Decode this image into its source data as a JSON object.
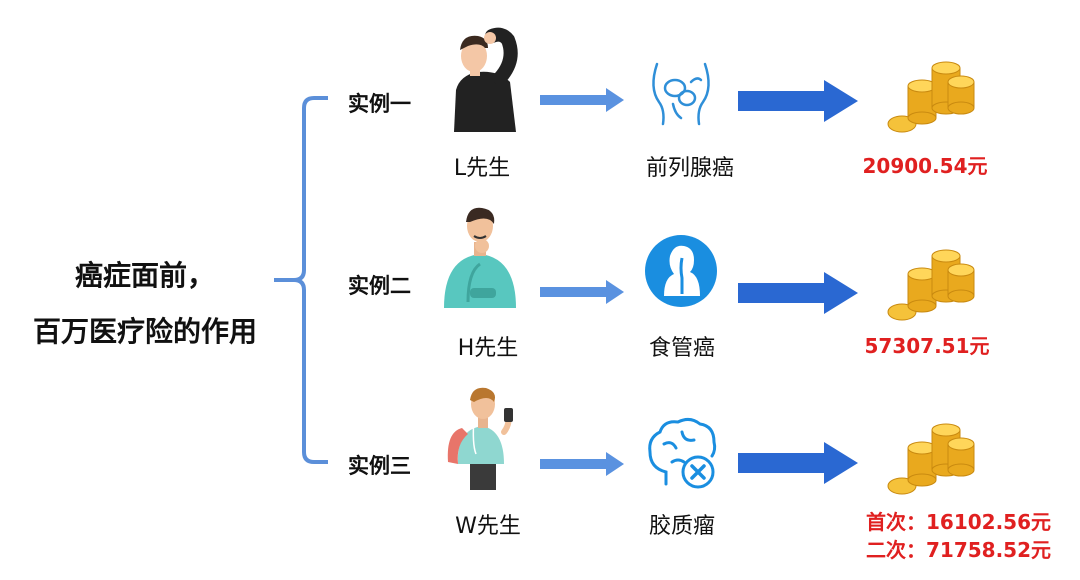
{
  "title": {
    "line1": "癌症面前，",
    "line2": "百万医疗险的作用"
  },
  "colors": {
    "bracket": "#5b8fd9",
    "arrow_light": "#5a92e0",
    "arrow_dark": "#2a68d2",
    "amount": "#e02020",
    "teal": "#58c7bf",
    "blue_icon": "#1a8ee0"
  },
  "cases": [
    {
      "label": "实例一",
      "person": "L先生",
      "person_icon": "man-scratching-head-icon",
      "disease": "前列腺癌",
      "disease_icon": "prostate-icon",
      "amount": "20900.54元"
    },
    {
      "label": "实例二",
      "person": "H先生",
      "person_icon": "man-thinking-icon",
      "disease": "食管癌",
      "disease_icon": "esophagus-icon",
      "amount": "57307.51元"
    },
    {
      "label": "实例三",
      "person": "W先生",
      "person_icon": "man-with-phone-icon",
      "disease": "胶质瘤",
      "disease_icon": "brain-tumor-icon",
      "amounts": [
        "首次：16102.56元",
        "二次：71758.52元"
      ]
    }
  ],
  "coin_icon": "gold-coins-icon"
}
